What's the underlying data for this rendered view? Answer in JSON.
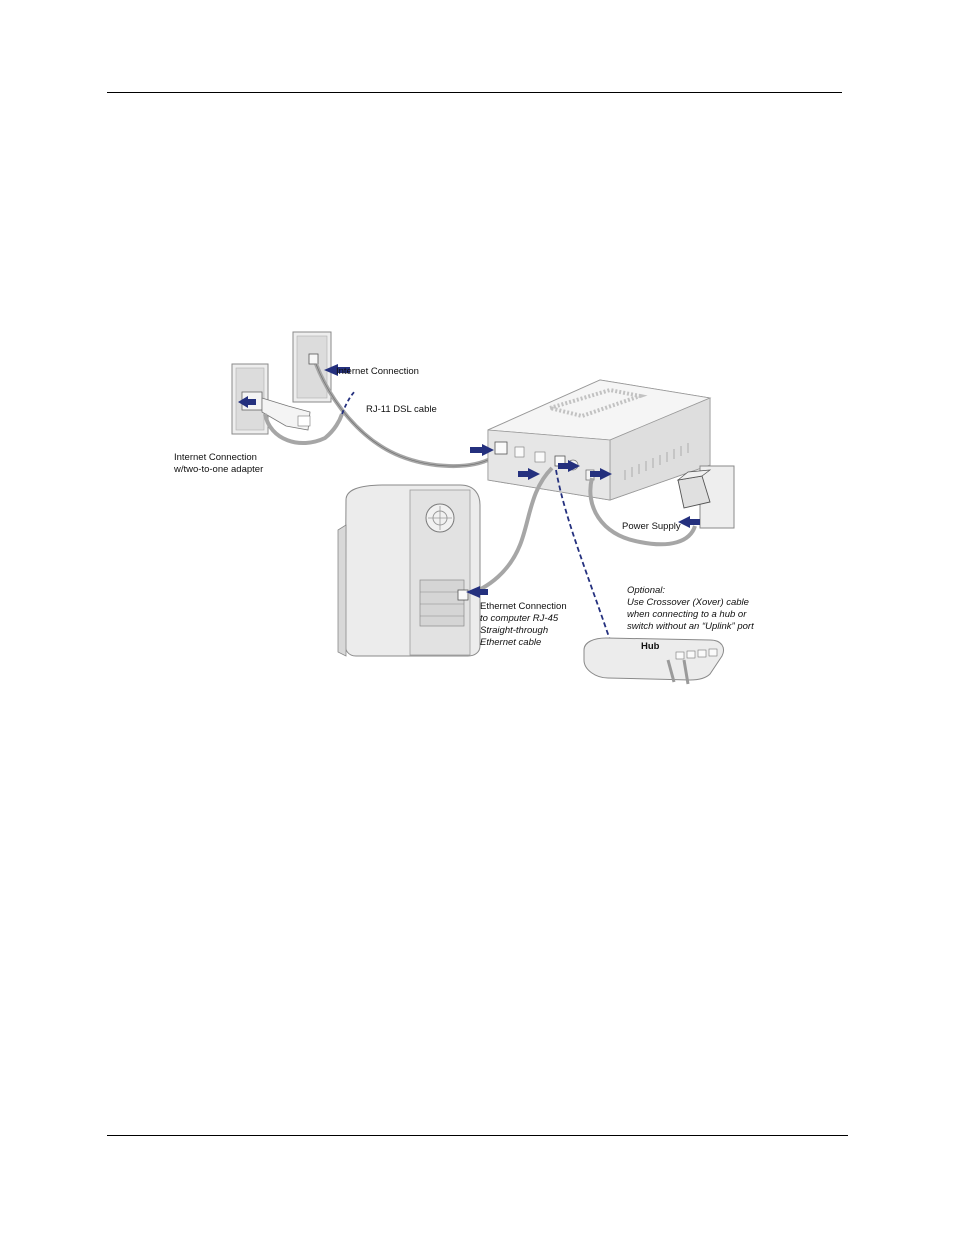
{
  "diagram": {
    "labels": {
      "internet_connection_top": "Internet Connection",
      "rj11_cable": "RJ-11 DSL cable",
      "internet_connection_adapter_1": "Internet Connection",
      "internet_connection_adapter_2": "w/two-to-one adapter",
      "power_supply": "Power Supply",
      "optional_1": "Optional:",
      "optional_2": "Use Crossover (Xover) cable",
      "optional_3": "when connecting to a hub or",
      "optional_4": "switch without an “Uplink” port",
      "ethernet_1": "Ethernet Connection",
      "ethernet_2": "to computer RJ-45",
      "ethernet_3": "Straight-through",
      "ethernet_4": "Ethernet cable",
      "hub": "Hub"
    },
    "colors": {
      "device_fill": "#e8e8e8",
      "device_shade": "#c9c9c9",
      "outline": "#8a8a8a",
      "cable": "#a6a6a6",
      "arrow": "#24307e",
      "dashed_cable": "#24307e"
    }
  }
}
